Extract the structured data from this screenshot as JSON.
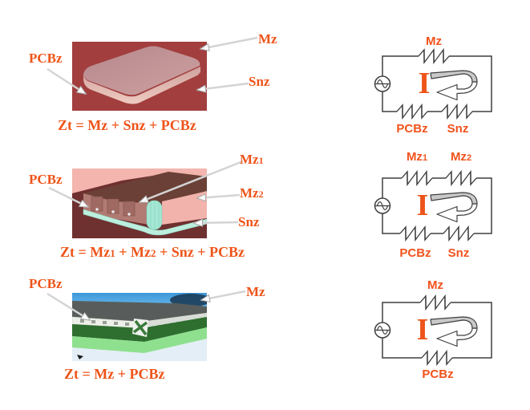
{
  "accent": "#ee5419",
  "accent2": "#f2521b",
  "rows": [
    {
      "photo_labels": {
        "pcbz": "PCBz",
        "mz": "Mz",
        "snz": "Snz"
      },
      "equation": "Zt = Mz + Snz + PCBz",
      "circuit": {
        "r_top": "Mz",
        "r_bot1": "PCBz",
        "r_bot2": "Snz",
        "current": "I"
      }
    },
    {
      "photo_labels": {
        "pcbz": "PCBz",
        "mz1_main": "Mz",
        "mz1_sub": "1",
        "mz2_main": "Mz",
        "mz2_sub": "2",
        "snz": "Snz"
      },
      "equation_parts": [
        "Zt = Mz",
        "1",
        " + Mz",
        "2",
        " + Snz + PCBz"
      ],
      "circuit": {
        "r_top1_main": "Mz",
        "r_top1_sub": "1",
        "r_top2_main": "Mz",
        "r_top2_sub": "2",
        "r_bot1": "PCBz",
        "r_bot2": "Snz",
        "current": "I"
      }
    },
    {
      "photo_labels": {
        "pcbz": "PCBz",
        "mz": "Mz"
      },
      "equation": "Zt = Mz + PCBz",
      "circuit": {
        "r_top": "Mz",
        "r_bot": "PCBz",
        "current": "I"
      }
    }
  ]
}
